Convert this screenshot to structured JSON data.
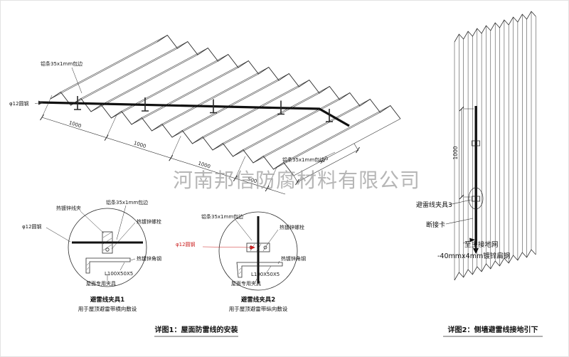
{
  "watermark": "河南邦信防腐材料有限公司",
  "roof": {
    "label_alu_top": "铝条35x1mm包边",
    "label_alu_right": "铝条35x1mm包边",
    "label_round_steel": "φ12圆钢",
    "dims": {
      "seg1": "1000",
      "seg2": "1000",
      "seg3": "1000",
      "seg4": "500",
      "end": "500"
    }
  },
  "detail1": {
    "label_wire_clip": "热镀锌线夹",
    "label_alu": "铝条35x1mm包边",
    "label_bolt": "热镀锌螺栓",
    "label_round_steel": "φ12圆钢",
    "label_angle": "热镀锌角钢",
    "label_angle_spec": "L100X50X5",
    "label_roof_clamp": "屋面专用夹具",
    "title": "避雷线夹具1",
    "subtitle": "用于屋顶避雷带横向敷设"
  },
  "detail2": {
    "label_alu": "铝条35x1mm包边",
    "label_bolt": "热镀锌螺栓",
    "label_round_steel": "φ12圆钢",
    "label_angle": "热镀锌角钢",
    "label_angle_spec": "L100X50X5",
    "label_roof_clamp": "屋面专用夹具",
    "title": "避雷线夹具2",
    "subtitle": "用于屋顶避雷带纵向敷设"
  },
  "wall": {
    "label_clamp3": "避雷线夹具3",
    "label_disconnect": "断接卡",
    "label_to_ground": "至主接地网",
    "label_flat_steel": "-40mmx4mm镀锌扁钢",
    "dim_height": "1000"
  },
  "captions": {
    "detail1": "详图1：屋面防雷线的安装",
    "detail2": "详图2：侧墙避雷线接地引下"
  },
  "colors": {
    "line": "#2a2a2a",
    "red": "#cc2222",
    "watermark": "#9b9b9b"
  }
}
